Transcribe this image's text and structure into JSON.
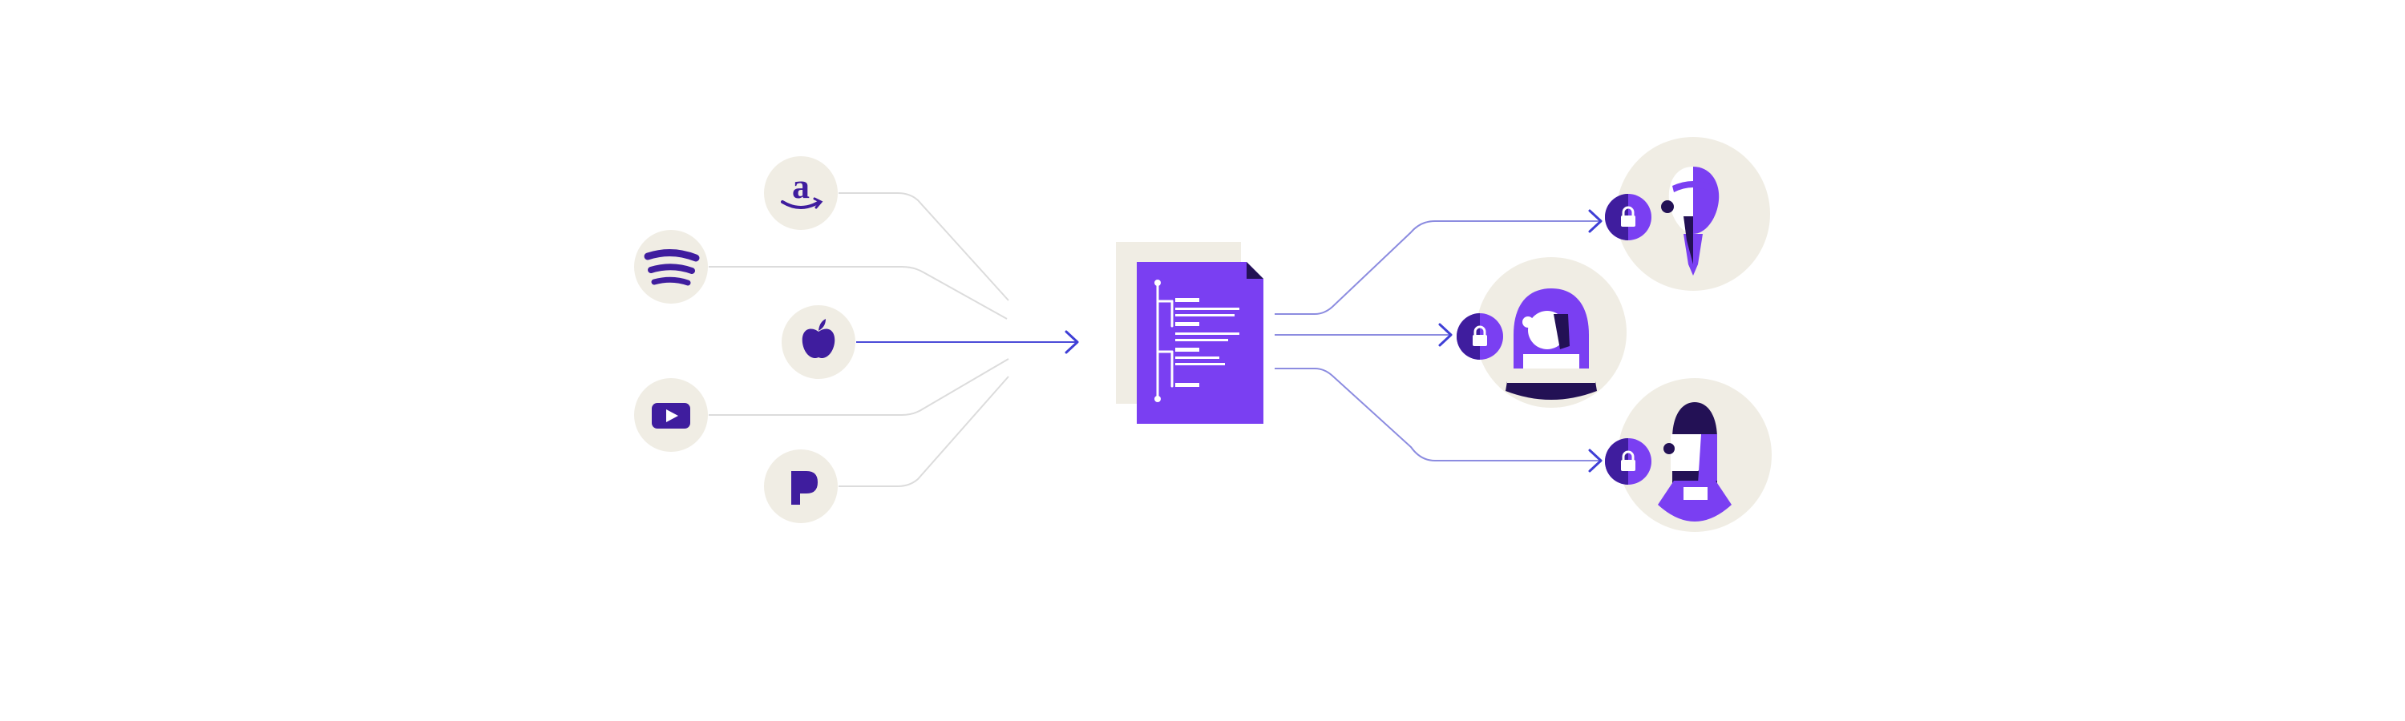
{
  "colors": {
    "background": "#ffffff",
    "circle_bg": "#f0ede4",
    "brand_purple": "#7a3ff2",
    "deep_purple": "#3f1d9e",
    "dark_navy": "#231155",
    "line_gray": "#d9d9d9",
    "line_blue": "#3f3fd6",
    "white": "#ffffff"
  },
  "sources": [
    {
      "id": "amazon",
      "icon": "amazon-music-icon",
      "glyph": "a"
    },
    {
      "id": "spotify",
      "icon": "spotify-icon"
    },
    {
      "id": "apple",
      "icon": "apple-podcasts-icon"
    },
    {
      "id": "youtube",
      "icon": "youtube-icon"
    },
    {
      "id": "pandora",
      "icon": "pandora-icon",
      "glyph": "P"
    }
  ],
  "hub": {
    "icon": "podcast-feed-document-icon"
  },
  "recipients": [
    {
      "id": "listener-1",
      "icon": "private-listener-avatar",
      "lock": "lock-icon"
    },
    {
      "id": "listener-2",
      "icon": "private-listener-avatar",
      "lock": "lock-icon"
    },
    {
      "id": "listener-3",
      "icon": "private-listener-avatar",
      "lock": "lock-icon"
    }
  ]
}
